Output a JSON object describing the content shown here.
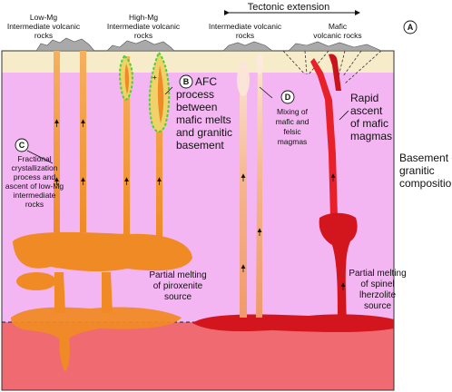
{
  "colors": {
    "background": "#ffffff",
    "surface_layer": "#f6ecc9",
    "basement": "#f4b6f2",
    "mantle": "#ef6b71",
    "orange_magma": "#f08a25",
    "red_magma": "#e8202a",
    "afc_outline": "#49d236",
    "rock_grey": "#a9a9a9"
  },
  "labels": {
    "tectonic_extension": "Tectonic extension",
    "a_letter": "A",
    "b_letter": "B",
    "c_letter": "C",
    "d_letter": "D",
    "low_mg": [
      "Low-Mg",
      "Intermediate volcanic",
      "rocks"
    ],
    "high_mg": [
      "High-Mg",
      "Intermediate volcanic",
      "rocks"
    ],
    "intermediate": [
      "Intermediate volcanic",
      "rocks"
    ],
    "mafic": [
      "Mafic",
      "volcanic rocks"
    ],
    "afc": [
      "AFC",
      "process",
      "between",
      "mafic melts",
      "and granitic",
      "basement"
    ],
    "mixing": [
      "Mixing of",
      "mafic and",
      "felsic",
      "magmas"
    ],
    "rapid": [
      "Rapid",
      "ascent",
      "of mafic",
      "magmas"
    ],
    "fractional": [
      "Fractional",
      "crystallization",
      "process and",
      "ascent of low-Mg",
      "intermediate",
      "rocks"
    ],
    "basement": [
      "Basement of",
      "granitic",
      "composition"
    ],
    "partial_pyroxenite": [
      "Partial melting",
      "of piroxenite",
      "source"
    ],
    "partial_spinel": [
      "Partial melting",
      "of spinel",
      "lherzolite",
      "source"
    ]
  }
}
